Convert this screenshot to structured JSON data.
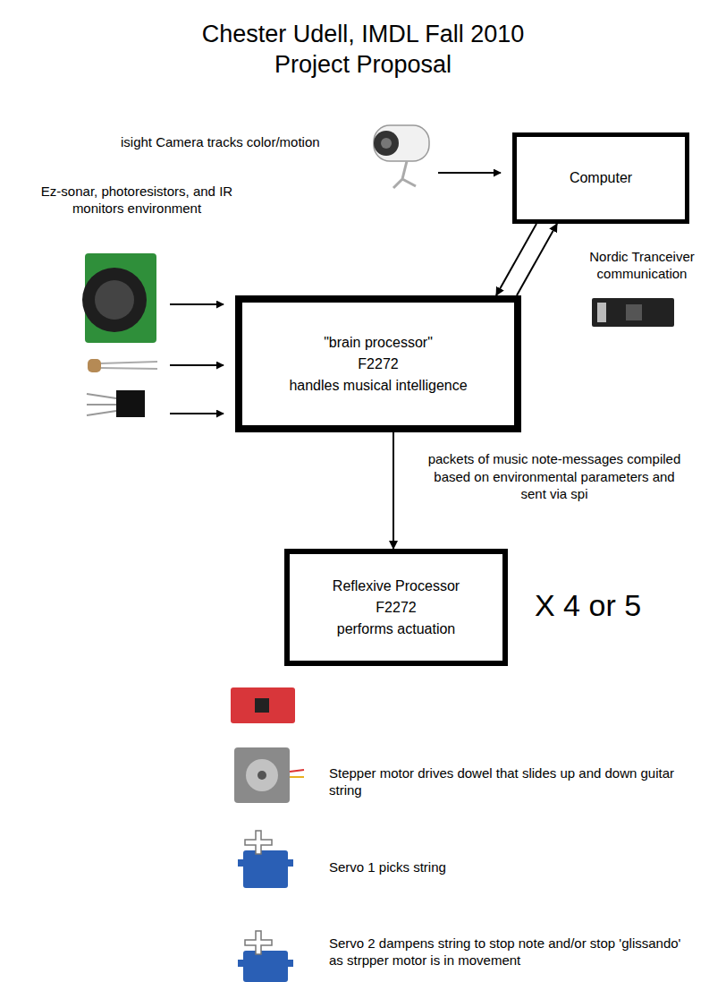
{
  "diagram": {
    "title": "Chester Udell, IMDL Fall 2010 Project Proposal",
    "nodes": [
      {
        "text": [
          "Computer"
        ]
      },
      {
        "text": [
          "\"brain processor\"",
          "F2272",
          "handles musical intelligence"
        ]
      },
      {
        "text": [
          "Reflexive Processor",
          "F2272",
          "performs actuation"
        ]
      }
    ],
    "edges": [
      {
        "from": 1,
        "to": 0,
        "arrow": "to"
      },
      {
        "from": 0,
        "to": 1,
        "arrow": "to"
      },
      {
        "from": 1,
        "to": 2,
        "arrow": "to",
        "label": "packets of music note-messages compiled based on environmental parameters and sent via spi"
      }
    ],
    "labels": [
      "isight Camera tracks color/motion",
      "Ez-sonar, photoresistors, and IR monitors environment",
      "Nordic Tranceiver communication",
      "X 4 or 5",
      "Stepper motor drives dowel that slides up and down guitar string",
      "Servo 1 picks string",
      "Servo 2 dampens string to stop note and/or stop 'glissando' as strpper motor is in movement"
    ]
  }
}
